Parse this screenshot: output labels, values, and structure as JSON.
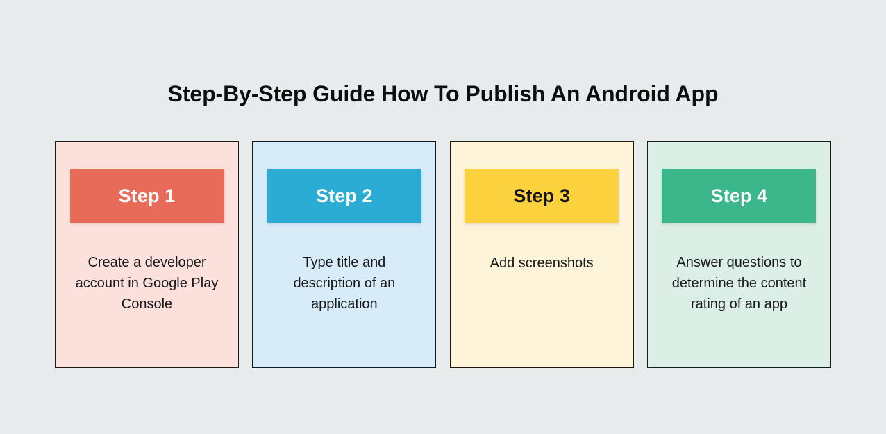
{
  "page": {
    "background_color": "#e8ebec",
    "title": "Step-By-Step Guide How To Publish An Android App",
    "title_color": "#0c0d0e"
  },
  "cards": [
    {
      "badge_label": "Step 1",
      "description": "Create a developer account in Google Play Console",
      "card_background": "#fce0dc",
      "badge_background": "#e86a58",
      "badge_text_color": "#ffffff",
      "border_color": "#18191a"
    },
    {
      "badge_label": "Step 2",
      "description": "Type title and description of an application",
      "card_background": "#d7ecf8",
      "badge_background": "#2bacd4",
      "badge_text_color": "#ffffff",
      "border_color": "#18191a"
    },
    {
      "badge_label": "Step 3",
      "description": "Add screenshots",
      "card_background": "#fdf4da",
      "badge_background": "#fbd13e",
      "badge_text_color": "#141414",
      "border_color": "#18191a"
    },
    {
      "badge_label": "Step 4",
      "description": "Answer questions to determine the content rating of an app",
      "card_background": "#dbefe6",
      "badge_background": "#3bb78b",
      "badge_text_color": "#ffffff",
      "border_color": "#18191a"
    }
  ]
}
